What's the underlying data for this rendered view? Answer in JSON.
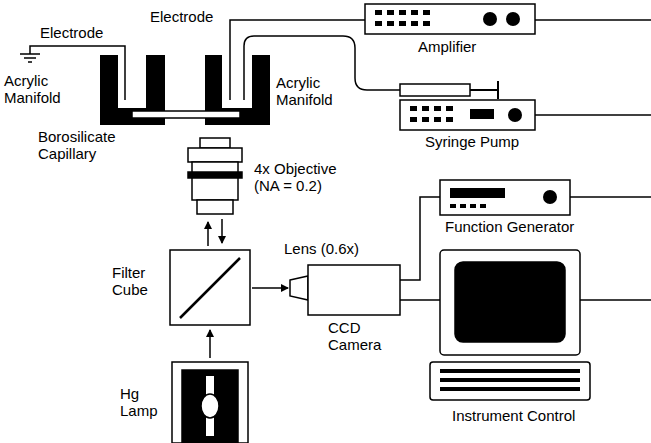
{
  "diagram": {
    "labels": [
      "Electrode",
      "Electrode",
      "Amplifier",
      "Acrylic Manifold",
      "Acrylic Manifold",
      "Syringe Pump",
      "Borosilicate Capillary",
      "4x Objective (NA = 0.2)",
      "Function Generator",
      "Filter Cube",
      "Lens (0.6x)",
      "CCD Camera",
      "Hg Lamp",
      "Instrument Control"
    ]
  }
}
